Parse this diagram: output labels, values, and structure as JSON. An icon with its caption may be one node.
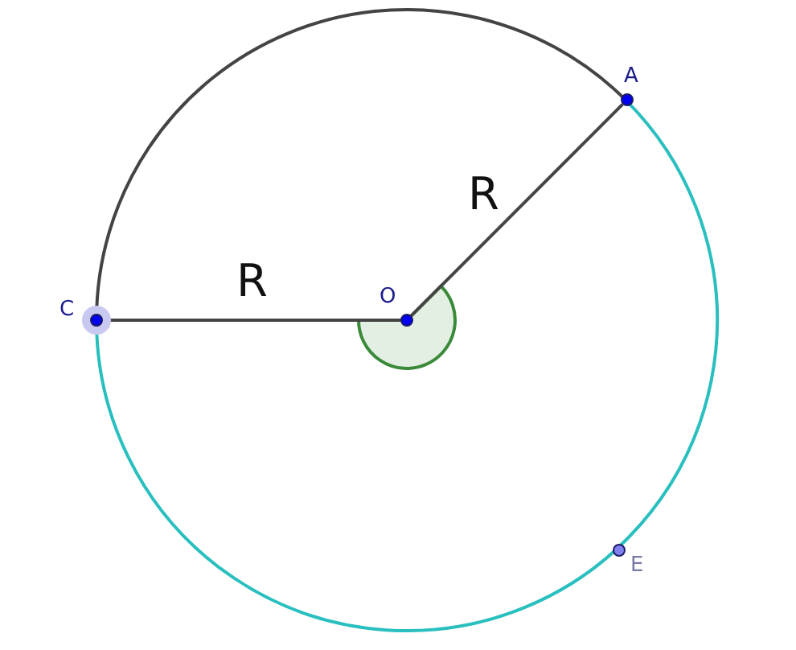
{
  "diagram": {
    "nodes": [
      {
        "text": [
          "O"
        ]
      },
      {
        "text": [
          "A"
        ]
      },
      {
        "text": [
          "C"
        ]
      },
      {
        "text": [
          "E"
        ]
      }
    ],
    "edges": [
      {
        "from": 0,
        "to": 2,
        "arrow": "none",
        "label": "R"
      },
      {
        "from": 0,
        "to": 1,
        "arrow": "none",
        "label": "R"
      }
    ]
  }
}
